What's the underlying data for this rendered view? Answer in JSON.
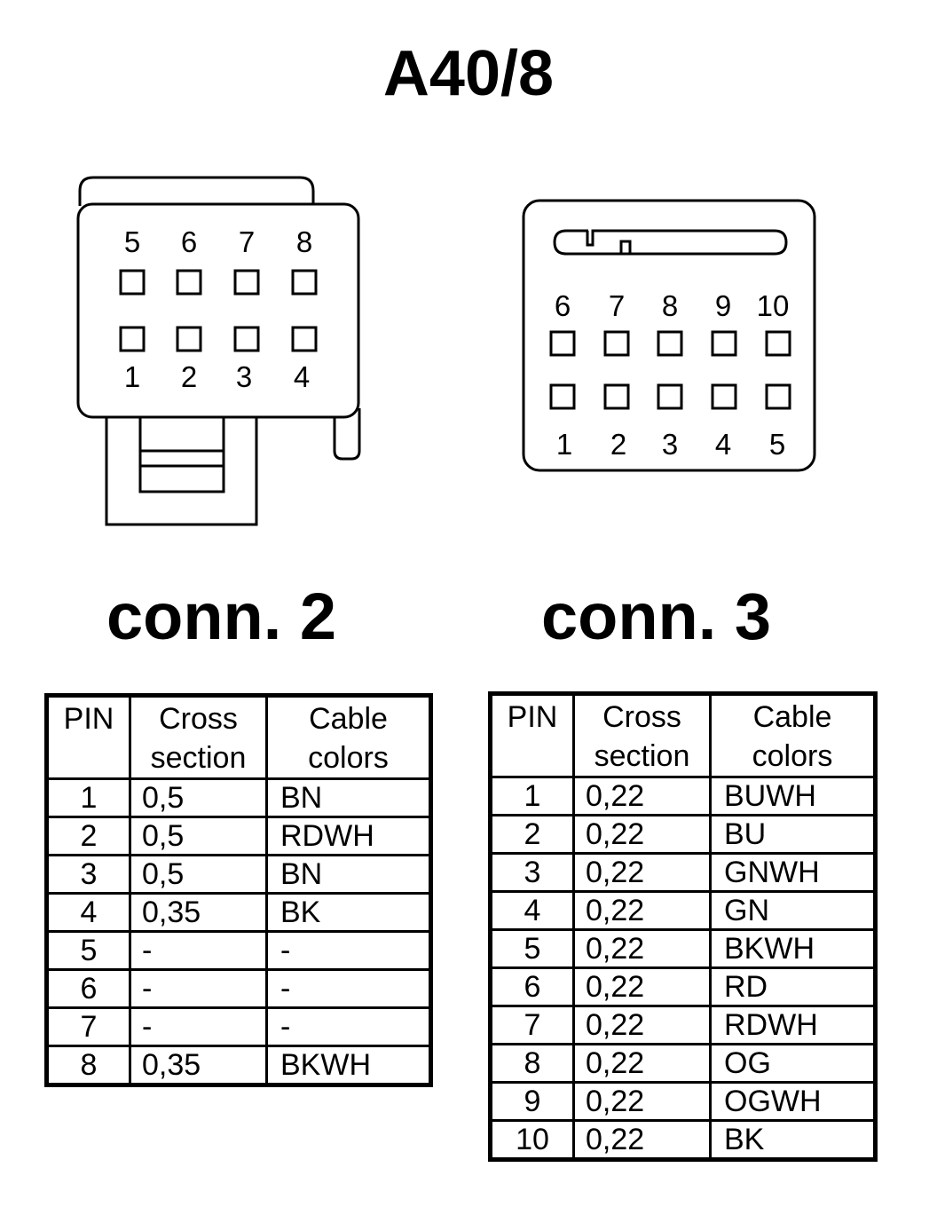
{
  "title": "A40/8",
  "connectors": [
    {
      "label": "conn. 2",
      "pins_top": [
        "5",
        "6",
        "7",
        "8"
      ],
      "pins_bottom": [
        "1",
        "2",
        "3",
        "4"
      ]
    },
    {
      "label": "conn. 3",
      "pins_top": [
        "6",
        "7",
        "8",
        "9",
        "10"
      ],
      "pins_bottom": [
        "1",
        "2",
        "3",
        "4",
        "5"
      ]
    }
  ],
  "table_headers": {
    "pin": "PIN",
    "cross_1": "Cross",
    "cross_2": "section",
    "cable_1": "Cable",
    "cable_2": "colors"
  },
  "conn2_table": [
    {
      "pin": "1",
      "section": "0,5",
      "color": "BN"
    },
    {
      "pin": "2",
      "section": "0,5",
      "color": "RDWH"
    },
    {
      "pin": "3",
      "section": "0,5",
      "color": "BN"
    },
    {
      "pin": "4",
      "section": "0,35",
      "color": "BK"
    },
    {
      "pin": "5",
      "section": "-",
      "color": "-"
    },
    {
      "pin": "6",
      "section": "-",
      "color": "-"
    },
    {
      "pin": "7",
      "section": "-",
      "color": "-"
    },
    {
      "pin": "8",
      "section": "0,35",
      "color": "BKWH"
    }
  ],
  "conn3_table": [
    {
      "pin": "1",
      "section": "0,22",
      "color": "BUWH"
    },
    {
      "pin": "2",
      "section": "0,22",
      "color": "BU"
    },
    {
      "pin": "3",
      "section": "0,22",
      "color": "GNWH"
    },
    {
      "pin": "4",
      "section": "0,22",
      "color": "GN"
    },
    {
      "pin": "5",
      "section": "0,22",
      "color": "BKWH"
    },
    {
      "pin": "6",
      "section": "0,22",
      "color": "RD"
    },
    {
      "pin": "7",
      "section": "0,22",
      "color": "RDWH"
    },
    {
      "pin": "8",
      "section": "0,22",
      "color": "OG"
    },
    {
      "pin": "9",
      "section": "0,22",
      "color": "OGWH"
    },
    {
      "pin": "10",
      "section": "0,22",
      "color": "BK"
    }
  ]
}
